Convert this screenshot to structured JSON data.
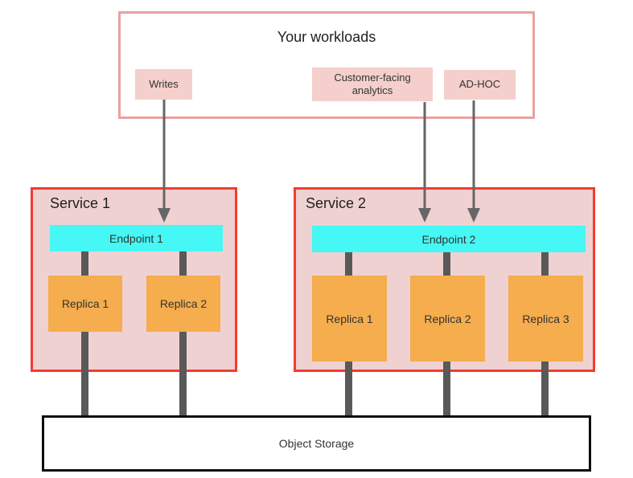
{
  "diagram": {
    "workloads": {
      "title": "Your workloads",
      "items": [
        {
          "label": "Writes"
        },
        {
          "label": "Customer-facing analytics"
        },
        {
          "label": "AD-HOC"
        }
      ]
    },
    "services": [
      {
        "title": "Service 1",
        "endpoint": "Endpoint 1",
        "replicas": [
          "Replica 1",
          "Replica 2"
        ]
      },
      {
        "title": "Service 2",
        "endpoint": "Endpoint 2",
        "replicas": [
          "Replica 1",
          "Replica 2",
          "Replica 3"
        ]
      }
    ],
    "storage": {
      "label": "Object Storage"
    },
    "colors": {
      "border_salmon": "#e9a29f",
      "fill_pink": "#f4cfcb",
      "border_red": "#f43b2d",
      "fill_service": "#f0d1d1",
      "fill_endpoint": "#45f7f5",
      "fill_replica": "#f5ad4d",
      "connector": "#595959",
      "arrow": "#666666",
      "border_black": "#0d0d0d",
      "text_dark": "#1f1f1f",
      "text_label": "#333333"
    }
  }
}
